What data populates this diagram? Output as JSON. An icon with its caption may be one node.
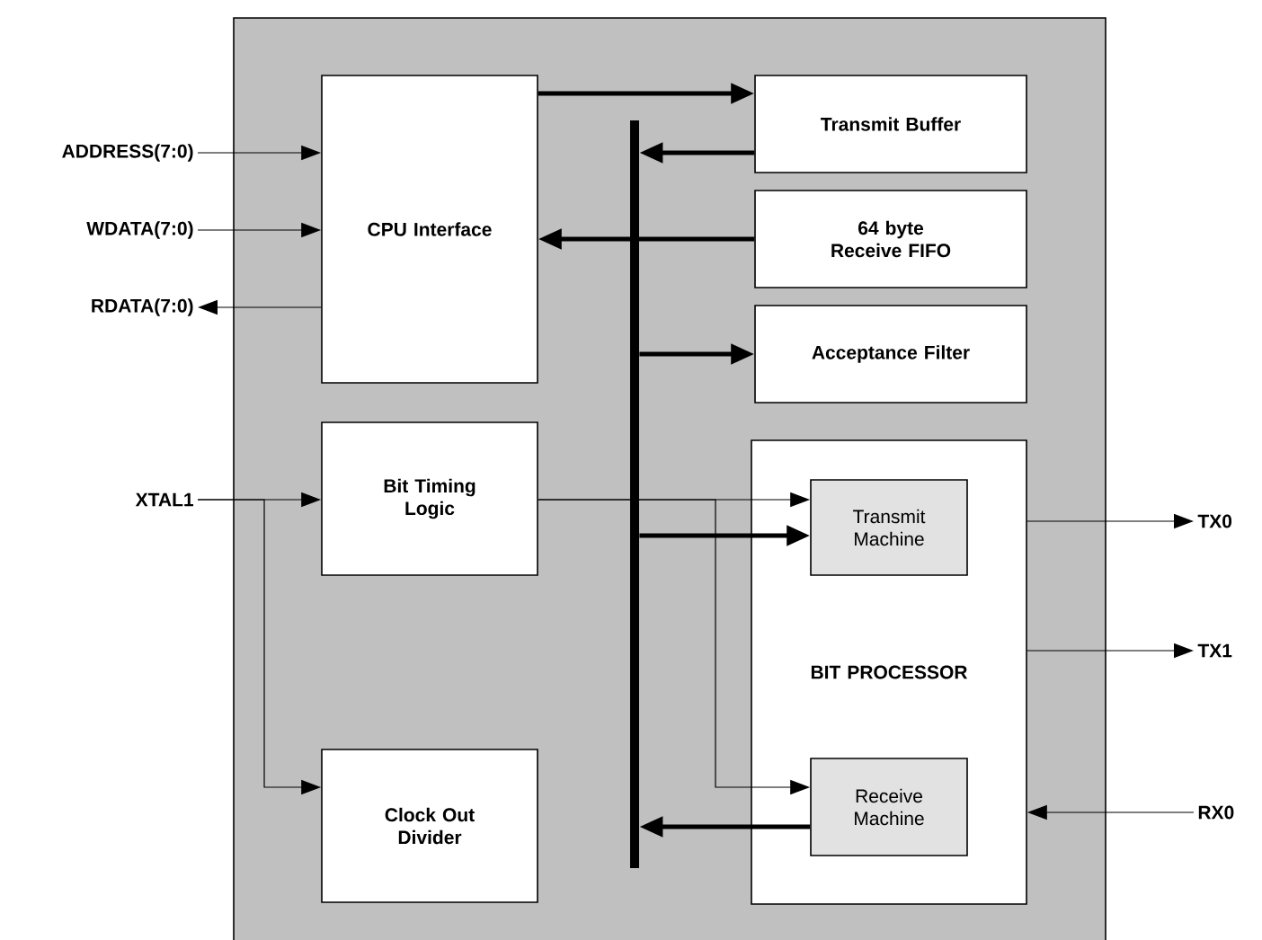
{
  "diagram": {
    "nodes": [
      {
        "text": [],
        "shape": "box"
      },
      {
        "text": [
          "ADDRESS(7:0)"
        ]
      },
      {
        "text": [
          "WDATA(7:0)"
        ]
      },
      {
        "text": [
          "RDATA(7:0)"
        ]
      },
      {
        "text": [
          "XTAL1"
        ]
      },
      {
        "text": [
          "CPU Interface"
        ],
        "in": 0
      },
      {
        "text": [
          "Bit Timing Logic"
        ],
        "in": 0
      },
      {
        "text": [
          "Clock Out Divider"
        ],
        "in": 0
      },
      {
        "text": [],
        "shape": "bar",
        "in": 0
      },
      {
        "text": [
          "Transmit Buffer"
        ],
        "in": 0
      },
      {
        "text": [
          "64 byte Receive FIFO"
        ],
        "in": 0
      },
      {
        "text": [
          "Acceptance Filter"
        ],
        "in": 0
      },
      {
        "text": [
          "BIT PROCESSOR"
        ],
        "in": 0
      },
      {
        "text": [
          "Transmit Machine"
        ],
        "in": 12
      },
      {
        "text": [
          "Receive Machine"
        ],
        "in": 12
      },
      {
        "text": [
          "TX0"
        ]
      },
      {
        "text": [
          "TX1"
        ]
      },
      {
        "text": [
          "RX0"
        ]
      }
    ],
    "edges": [
      {
        "from": 1,
        "to": 5,
        "arrow": "to"
      },
      {
        "from": 2,
        "to": 5,
        "arrow": "to"
      },
      {
        "from": 5,
        "to": 3,
        "arrow": "to"
      },
      {
        "from": 5,
        "to": 9,
        "arrow": "to",
        "style": "thick"
      },
      {
        "from": 9,
        "to": 8,
        "arrow": "to",
        "style": "thick"
      },
      {
        "from": 10,
        "to": 5,
        "arrow": "to",
        "style": "thick"
      },
      {
        "from": 8,
        "to": 11,
        "arrow": "to",
        "style": "thick"
      },
      {
        "from": 4,
        "to": 6,
        "arrow": "to"
      },
      {
        "from": 4,
        "to": 7,
        "arrow": "to"
      },
      {
        "from": 6,
        "to": 13,
        "arrow": "to"
      },
      {
        "from": 6,
        "to": 14,
        "arrow": "to"
      },
      {
        "from": 8,
        "to": 13,
        "arrow": "to",
        "style": "thick"
      },
      {
        "from": 14,
        "to": 8,
        "arrow": "to",
        "style": "thick"
      },
      {
        "from": 12,
        "to": 15,
        "arrow": "to"
      },
      {
        "from": 12,
        "to": 16,
        "arrow": "to"
      },
      {
        "from": 17,
        "to": 12,
        "arrow": "to"
      }
    ]
  }
}
